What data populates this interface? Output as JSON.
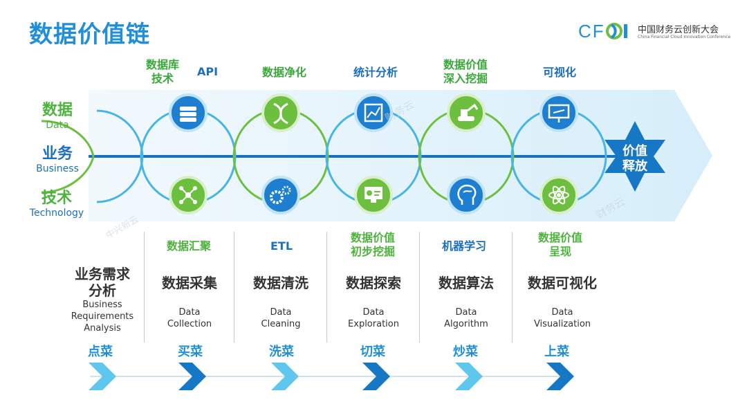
{
  "title": "数据价值链",
  "logo": {
    "letters": "CFCI",
    "cn": "中国财务云创新大会",
    "en": "China Financial Cloud Innovation Conference"
  },
  "rows": [
    {
      "cn": "数据",
      "en": "Data"
    },
    {
      "cn": "业务",
      "en": "Business"
    },
    {
      "cn": "技术",
      "en": "Technology"
    }
  ],
  "top_labels": [
    "数据库技术",
    "API",
    "数据净化",
    "统计分析",
    "数据价值深入挖掘",
    "可视化"
  ],
  "top_labels_split": [
    [
      "数据库",
      "技术"
    ],
    [
      "API"
    ],
    [
      "数据净化"
    ],
    [
      "统计分析"
    ],
    [
      "数据价值",
      "深入挖掘"
    ],
    [
      "可视化"
    ]
  ],
  "bottom_labels": [
    "数据汇聚",
    "ETL",
    "数据价值初步挖掘",
    "机器学习",
    "数据价值呈现"
  ],
  "bottom_labels_split": [
    [
      "数据汇聚"
    ],
    [
      "ETL"
    ],
    [
      "数据价值",
      "初步挖掘"
    ],
    [
      "机器学习"
    ],
    [
      "数据价值",
      "呈现"
    ]
  ],
  "star_label": [
    "价值",
    "释放"
  ],
  "icons_top": [
    "database-icon",
    "dna-icon",
    "chart-search-icon",
    "excavator-icon",
    "presentation-icon"
  ],
  "icons_bottom": [
    "network-icon",
    "gears-icon",
    "monitor-chart-icon",
    "brain-head-icon",
    "atom-icon"
  ],
  "steps": [
    {
      "cn": [
        "业务需求",
        "分析"
      ],
      "en": [
        "Business",
        "Requirements",
        "Analysis"
      ]
    },
    {
      "cn": [
        "数据采集"
      ],
      "en": [
        "Data",
        "Collection"
      ]
    },
    {
      "cn": [
        "数据清洗"
      ],
      "en": [
        "Data",
        "Cleaning"
      ]
    },
    {
      "cn": [
        "数据探索"
      ],
      "en": [
        "Data",
        "Exploration"
      ]
    },
    {
      "cn": [
        "数据算法"
      ],
      "en": [
        "Data",
        "Algorithm"
      ]
    },
    {
      "cn": [
        "数据可视化"
      ],
      "en": [
        "Data",
        "Visualization"
      ]
    }
  ],
  "dishes": [
    "点菜",
    "买菜",
    "洗菜",
    "切菜",
    "炒菜",
    "上菜"
  ],
  "watermarks": [
    "财务云",
    "中兴新云"
  ],
  "colors": {
    "blue": "#1e8fd8",
    "green": "#6dbf3f",
    "light_band": "#dff1fb",
    "dark_blue": "#1b6fbf",
    "arrow_light": "#5fc6ee",
    "arrow_dark": "#1677c4"
  }
}
